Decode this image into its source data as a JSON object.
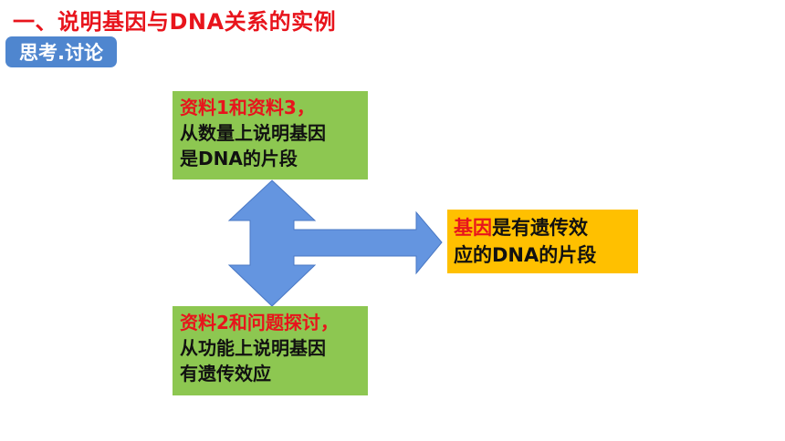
{
  "slide": {
    "title": "一、说明基因与DNA关系的实例",
    "badge": "思考.讨论"
  },
  "box_top": {
    "line1": "资料1和资料3，",
    "line2": "从数量上说明基因",
    "line3": "是DNA的片段"
  },
  "box_bottom": {
    "line1": "资料2和问题探讨，",
    "line2": "从功能上说明基因",
    "line3": "有遗传效应"
  },
  "box_right": {
    "line1_highlight": "基因",
    "line1_rest": "是有遗传效",
    "line2": "应的DNA的片段"
  },
  "colors": {
    "title_red": "#e8141c",
    "badge_blue": "#4f86cf",
    "box_green": "#8dc751",
    "box_yellow": "#ffc000",
    "arrow_blue": "#6495e0"
  }
}
